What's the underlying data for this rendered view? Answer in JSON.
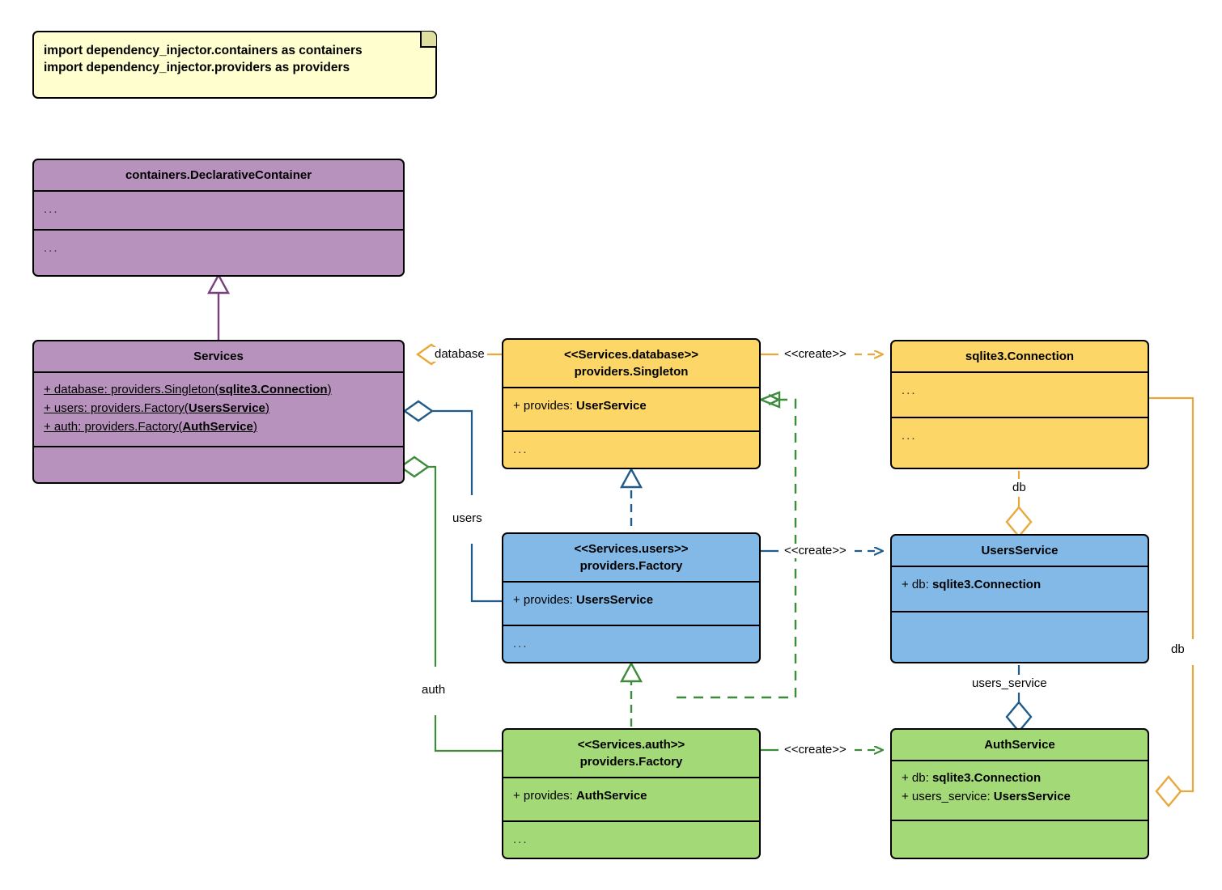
{
  "diagram": {
    "title": "dependency_injector containers class diagram",
    "type": "uml-class-diagram",
    "colors": {
      "note_fill": "#FEFECE",
      "purple": "#B692BC",
      "yellow": "#FCD667",
      "blue": "#82B9E6",
      "green": "#A3D977",
      "edge_yellow": "#E8A93C",
      "edge_blue": "#1F5C8B",
      "edge_green": "#3C8C3C",
      "edge_purple": "#7A3F7E",
      "border": "#000000"
    }
  },
  "note": {
    "name": "imports-note",
    "lines": [
      "import dependency_injector.containers as containers",
      "import dependency_injector.providers as providers"
    ]
  },
  "classes": [
    {
      "id": "declarative-container",
      "stereotype": "",
      "title": "containers.DeclarativeContainer",
      "color": "purple",
      "attributes": [
        "..."
      ],
      "methods": [
        "..."
      ]
    },
    {
      "id": "services",
      "stereotype": "",
      "title": "Services",
      "color": "purple",
      "attributes": [
        "+ database: providers.Singleton(sqlite3.Connection)",
        "+ users: providers.Factory(UsersService)",
        "+ auth: providers.Factory(AuthService)"
      ],
      "attributes_rich": [
        {
          "plain": "+ database: providers.Singleton(",
          "bold": "sqlite3.Connection",
          "tail": ")"
        },
        {
          "plain": "+ users: providers.Factory(",
          "bold": "UsersService",
          "tail": ")"
        },
        {
          "plain": "+ auth: providers.Factory(",
          "bold": "AuthService",
          "tail": ")"
        }
      ],
      "methods": []
    },
    {
      "id": "services-database",
      "stereotype": "<<Services.database>>",
      "title": "providers.Singleton",
      "color": "yellow",
      "attributes_rich": [
        {
          "plain": "+ provides: ",
          "bold": "UserService",
          "tail": ""
        }
      ],
      "methods": [
        "..."
      ]
    },
    {
      "id": "sqlite3-connection",
      "stereotype": "",
      "title": "sqlite3.Connection",
      "color": "yellow",
      "attributes": [
        "..."
      ],
      "methods": [
        "..."
      ]
    },
    {
      "id": "services-users",
      "stereotype": "<<Services.users>>",
      "title": "providers.Factory",
      "color": "blue",
      "attributes_rich": [
        {
          "plain": "+ provides: ",
          "bold": "UsersService",
          "tail": ""
        }
      ],
      "methods": [
        "..."
      ]
    },
    {
      "id": "users-service",
      "stereotype": "",
      "title": "UsersService",
      "color": "blue",
      "attributes_rich": [
        {
          "plain": "+ db: ",
          "bold": "sqlite3.Connection",
          "tail": ""
        }
      ],
      "methods": []
    },
    {
      "id": "services-auth",
      "stereotype": "<<Services.auth>>",
      "title": "providers.Factory",
      "color": "green",
      "attributes_rich": [
        {
          "plain": "+ provides: ",
          "bold": "AuthService",
          "tail": ""
        }
      ],
      "methods": [
        "..."
      ]
    },
    {
      "id": "auth-service",
      "stereotype": "",
      "title": "AuthService",
      "color": "green",
      "attributes_rich": [
        {
          "plain": "+ db: ",
          "bold": "sqlite3.Connection",
          "tail": ""
        },
        {
          "plain": "+ users_service: ",
          "bold": "UsersService",
          "tail": ""
        }
      ],
      "methods": []
    }
  ],
  "edge_labels": {
    "database": "database",
    "users": "users",
    "auth": "auth",
    "create_database": "<<create>>",
    "create_users": "<<create>>",
    "create_auth": "<<create>>",
    "db_users": "db",
    "db_auth": "db",
    "users_service": "users_service"
  },
  "relations": [
    {
      "from": "services",
      "to": "declarative-container",
      "type": "inheritance"
    },
    {
      "from": "services",
      "to": "services-database",
      "type": "aggregation",
      "label": "database"
    },
    {
      "from": "services",
      "to": "services-users",
      "type": "aggregation",
      "label": "users"
    },
    {
      "from": "services",
      "to": "services-auth",
      "type": "aggregation",
      "label": "auth"
    },
    {
      "from": "services-database",
      "to": "sqlite3-connection",
      "type": "dependency",
      "label": "<<create>>"
    },
    {
      "from": "services-users",
      "to": "users-service",
      "type": "dependency",
      "label": "<<create>>"
    },
    {
      "from": "services-auth",
      "to": "auth-service",
      "type": "dependency",
      "label": "<<create>>"
    },
    {
      "from": "services-auth",
      "to": "services-database",
      "type": "dependency"
    },
    {
      "from": "services-users",
      "to": "services-database",
      "type": "inheritance-dashed"
    },
    {
      "from": "services-auth",
      "to": "services-users",
      "type": "inheritance-dashed"
    },
    {
      "from": "sqlite3-connection",
      "to": "users-service",
      "type": "aggregation",
      "label": "db"
    },
    {
      "from": "sqlite3-connection",
      "to": "auth-service",
      "type": "aggregation",
      "label": "db"
    },
    {
      "from": "users-service",
      "to": "auth-service",
      "type": "aggregation",
      "label": "users_service"
    }
  ]
}
